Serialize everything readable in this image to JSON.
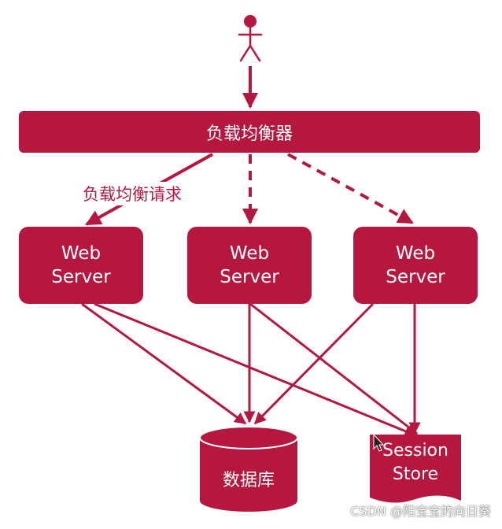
{
  "colors": {
    "accent": "#b5173f",
    "white": "#ffffff"
  },
  "load_balancer": {
    "label": "负载均衡器"
  },
  "edge_label": "负载均衡请求",
  "web_servers": [
    {
      "line1": "Web",
      "line2": "Server"
    },
    {
      "line1": "Web",
      "line2": "Server"
    },
    {
      "line1": "Web",
      "line2": "Server"
    }
  ],
  "database": {
    "label": "数据库"
  },
  "session_store": {
    "line1": "Session",
    "line2": "Store"
  },
  "watermark": "CSDN @阳宝宝的向日葵",
  "icons": {
    "user": "user-stick-figure-icon",
    "cursor": "mouse-cursor-icon"
  }
}
